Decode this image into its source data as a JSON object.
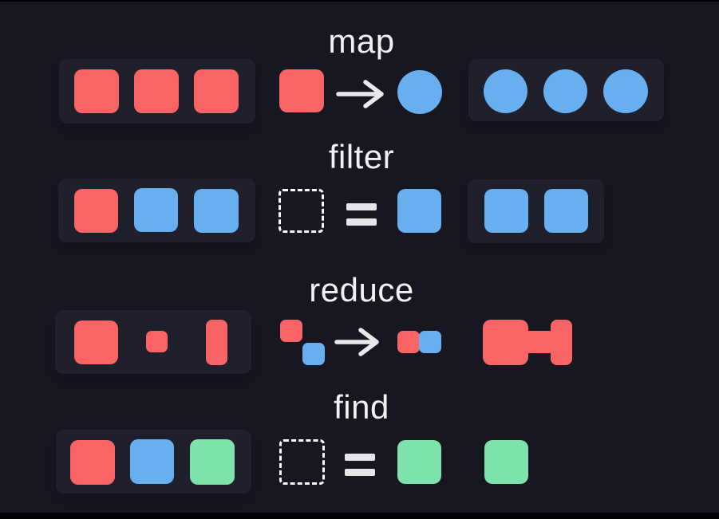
{
  "diagram_title": "array operations visual diagram",
  "palette": {
    "background": "#171722",
    "panel": "#20202c",
    "red": "#fa6464",
    "blue": "#68aff0",
    "green": "#7ee2ab",
    "text": "#f1f1f4",
    "arrow": "#e9e9ec",
    "dashed_border": "#ffffff"
  },
  "sections": [
    {
      "label": "map",
      "input_shapes": [
        "red-square",
        "red-square",
        "red-square"
      ],
      "operation": {
        "from": "red-square",
        "icon": "arrow-right",
        "to": "blue-circle"
      },
      "result_shapes": [
        "blue-circle",
        "blue-circle",
        "blue-circle"
      ]
    },
    {
      "label": "filter",
      "input_shapes": [
        "red-square",
        "blue-square",
        "blue-square"
      ],
      "operation": {
        "from": "dashed-placeholder-square",
        "icon": "equals",
        "to": "blue-square"
      },
      "result_shapes": [
        "blue-square",
        "blue-square"
      ]
    },
    {
      "label": "reduce",
      "input_shapes": [
        "red-square-large",
        "red-square-small",
        "red-rect-tall"
      ],
      "operation": {
        "from": "red-small-square + blue-small-square (diagonal)",
        "icon": "arrow-right",
        "to": "red-small-square + blue-small-square (merged)"
      },
      "result_shapes": [
        "red-compound-dumbbell-shape"
      ]
    },
    {
      "label": "find",
      "input_shapes": [
        "red-square",
        "blue-square",
        "green-square"
      ],
      "operation": {
        "from": "dashed-placeholder-square",
        "icon": "equals",
        "to": "green-square"
      },
      "result_shapes": [
        "green-square"
      ]
    }
  ]
}
